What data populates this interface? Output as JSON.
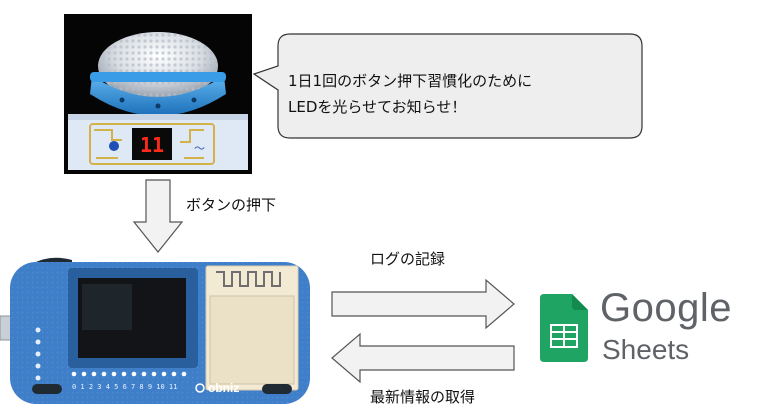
{
  "speech_bubble": {
    "line1": "1日1回のボタン押下習慣化のために",
    "line2": "LEDを光らせてお知らせ！"
  },
  "labels": {
    "button_press": "ボタンの押下",
    "log_record": "ログの記録",
    "fetch_latest": "最新情報の取得"
  },
  "device_display": {
    "digits": "11"
  },
  "obniz_board": {
    "logo_text": "obniz",
    "pin_numbers": "0 1 2 3 4 5 6 7 8 9 10 11"
  },
  "google_sheets": {
    "brand_name": "Google",
    "product_name": "Sheets"
  },
  "colors": {
    "dome_blue": "#2f8fd8",
    "board_blue": "#3f7fc9",
    "sheets_green": "#1fa463",
    "bubble_fill": "#eeeeee",
    "arrow_fill": "#f2f2f2",
    "led_red": "#ff2a1a"
  }
}
